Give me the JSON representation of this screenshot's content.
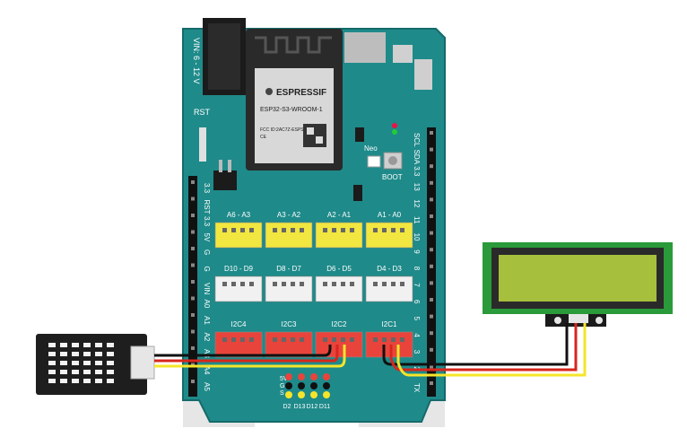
{
  "board": {
    "vin_label": "VIN: 6 - 12 V",
    "rst_label": "RST",
    "module_brand": "ESPRESSIF",
    "module_model": "ESP32-S3-WROOM-1",
    "module_cert_1": "FCC ID:2AC7Z-ESPS3WROOM1",
    "module_cert_2": "CE",
    "neo_label": "Neo",
    "boot_label": "BOOT",
    "left_header": [
      "3.3",
      "RST",
      "3.3",
      "5V",
      "G",
      "G",
      "VIN",
      "A0",
      "A1",
      "A2",
      "A3",
      "A4",
      "A5"
    ],
    "right_header": [
      "SCL",
      "SDA",
      "3.3",
      "13",
      "12",
      "11",
      "10",
      "9",
      "8",
      "7",
      "6",
      "5",
      "4",
      "3",
      "2",
      "TX"
    ],
    "analog_ports": [
      "A6 - A3",
      "A3 - A2",
      "A2 - A1",
      "A1 - A0"
    ],
    "digital_ports": [
      "D10 - D9",
      "D8 - D7",
      "D6 - D5",
      "D4 - D3"
    ],
    "i2c_ports": [
      "I2C4",
      "I2C3",
      "I2C2",
      "I2C1"
    ],
    "bottom_pin_labels": [
      "5V",
      "G",
      "S"
    ],
    "bottom_header": [
      "D2",
      "D13",
      "D12",
      "D11"
    ]
  },
  "colors": {
    "board": "#1f8a8a",
    "analog_port": "#f2e640",
    "digital_port": "#f1f1f1",
    "i2c_port": "#e8443c",
    "lcd_screen": "#a6bf3c",
    "lcd_pcb": "#2a9a3a",
    "wire_yellow": "#f5e52a",
    "wire_red": "#d8261c",
    "wire_black": "#111111"
  }
}
